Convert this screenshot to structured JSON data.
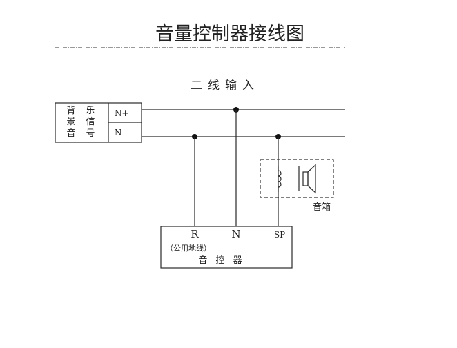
{
  "title": "音量控制器接线图",
  "subtitle": "二线输入",
  "signal_box": {
    "label_col1": [
      "背",
      "景",
      "音"
    ],
    "label_col2": [
      "乐",
      "信",
      "号"
    ],
    "terminal_pos": "N+",
    "terminal_neg": "N-"
  },
  "speaker": {
    "label": "音箱"
  },
  "controller": {
    "terminal_r": "R",
    "terminal_n": "N",
    "terminal_sp": "SP",
    "note": "（公用地线）",
    "name": "音 控 器"
  },
  "colors": {
    "line": "#2a2a2a",
    "dashed": "#333333",
    "text": "#222222"
  }
}
